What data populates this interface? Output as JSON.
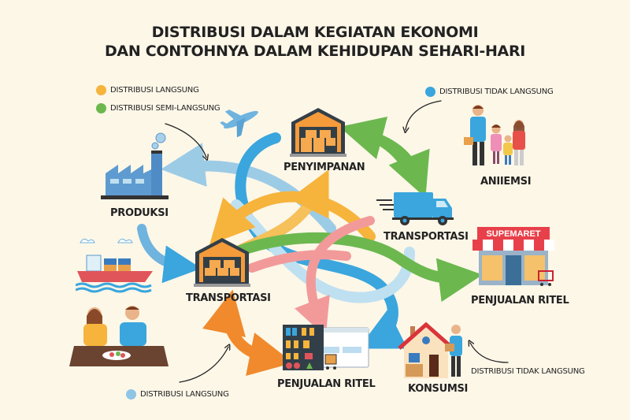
{
  "title": {
    "line1": "DISTRIBUSI DALAM KEGIATAN EKONOMI",
    "line2": "DAN CONTOHNYA DALAM KEHIDUPAN SEHARI-HARI"
  },
  "legend": [
    {
      "label": "DISTRIBUSI LANGSUNG",
      "color": "#f6b43c"
    },
    {
      "label": "DISTRIBUSI SEMI-LANGSUNG",
      "color": "#6cb84f"
    },
    {
      "label": "DISTRIBUSI TIDAK LANGSUNG",
      "color": "#3aa6dd"
    },
    {
      "label": "DISTRIBUSI TIDAK LANGSUNG",
      "color": null
    },
    {
      "label": "DISTRIBUSI LANGSUNG",
      "color": "#8fc4e4"
    }
  ],
  "nodes": {
    "produksi": "PRODUKSI",
    "penyimpanan": "PENYIMPANAN",
    "transportasi_truck": "TRANSPORTASI",
    "transportasi_warehouse": "TRANSPORTASI",
    "aniiemsi": "ANIIEMSI",
    "penjualan_ritel_store": "PENJUALAN RITEL",
    "penjualan_ritel_shelf": "PENJUALAN RITEL",
    "konsumsi": "KONSUMSI"
  },
  "store_sign": "SUPEMARET",
  "colors": {
    "background": "#fdf7e8",
    "blue": "#3aa6dd",
    "light_blue": "#bfe0f0",
    "orange": "#f6b43c",
    "dark_orange": "#f08a2c",
    "green": "#6cb84f",
    "pink": "#f29a9a",
    "warehouse": "#f59b3a",
    "dark": "#333f48"
  }
}
